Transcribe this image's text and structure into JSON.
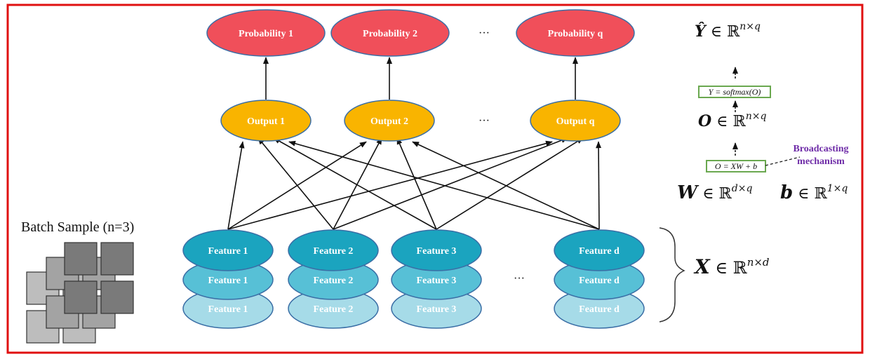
{
  "colors": {
    "frame": "#e01010",
    "probability": "#f04f5a",
    "output": "#f9b400",
    "feature_top": "#1ba4bf",
    "feature_mid": "#57c0d6",
    "feature_bottom": "#a6dbe8",
    "equation_box": "#6aa84f",
    "note": "#6f2da8",
    "batch_dark": "#7a7a7a",
    "batch_light": "#bdbdbd"
  },
  "probability_nodes": [
    "Probability 1",
    "Probability 2",
    "Probability q"
  ],
  "output_nodes": [
    "Output 1",
    "Output 2",
    "Output q"
  ],
  "feature_columns": [
    "Feature 1",
    "Feature 2",
    "Feature 3",
    "Feature d"
  ],
  "ellipsis": "···",
  "math": {
    "y_hat": {
      "symbol": "Ŷ",
      "rest": " ∈ ℝ",
      "sup": "n×q"
    },
    "softmax_eq": "Y = softmax(O)",
    "o_space": {
      "symbol": "O",
      "rest": " ∈ ℝ",
      "sup": "n×q"
    },
    "linear_eq": "O = XW + b",
    "w_space": {
      "symbol": "W",
      "rest": " ∈ ℝ",
      "sup": "d×q"
    },
    "b_space": {
      "symbol": "b",
      "rest": " ∈ ℝ",
      "sup": "1×q"
    },
    "x_space": {
      "symbol": "X",
      "rest": " ∈ ℝ",
      "sup": "n×d"
    }
  },
  "broadcasting_note": [
    "Broadcasting",
    "mechanism"
  ],
  "batch_label": "Batch Sample (n=3)"
}
